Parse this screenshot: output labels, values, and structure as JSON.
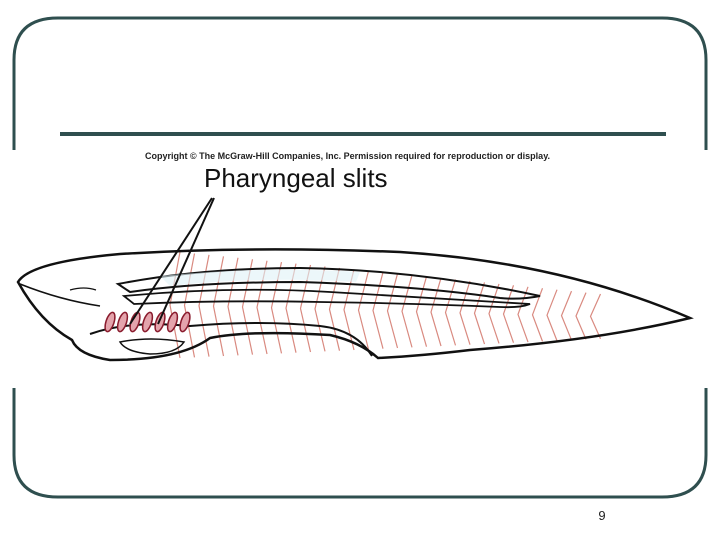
{
  "figure": {
    "copyright": "Copyright © The McGraw-Hill Companies, Inc. Permission required for reproduction or display.",
    "label": "Pharyngeal slits"
  },
  "footer": {
    "page_number": "9"
  },
  "colors": {
    "frame": "#2f4f4f",
    "outline": "#111111",
    "muscle": "#d98a80",
    "slit_fill": "#e4a4ac",
    "slit_stroke": "#8a1c2e"
  }
}
